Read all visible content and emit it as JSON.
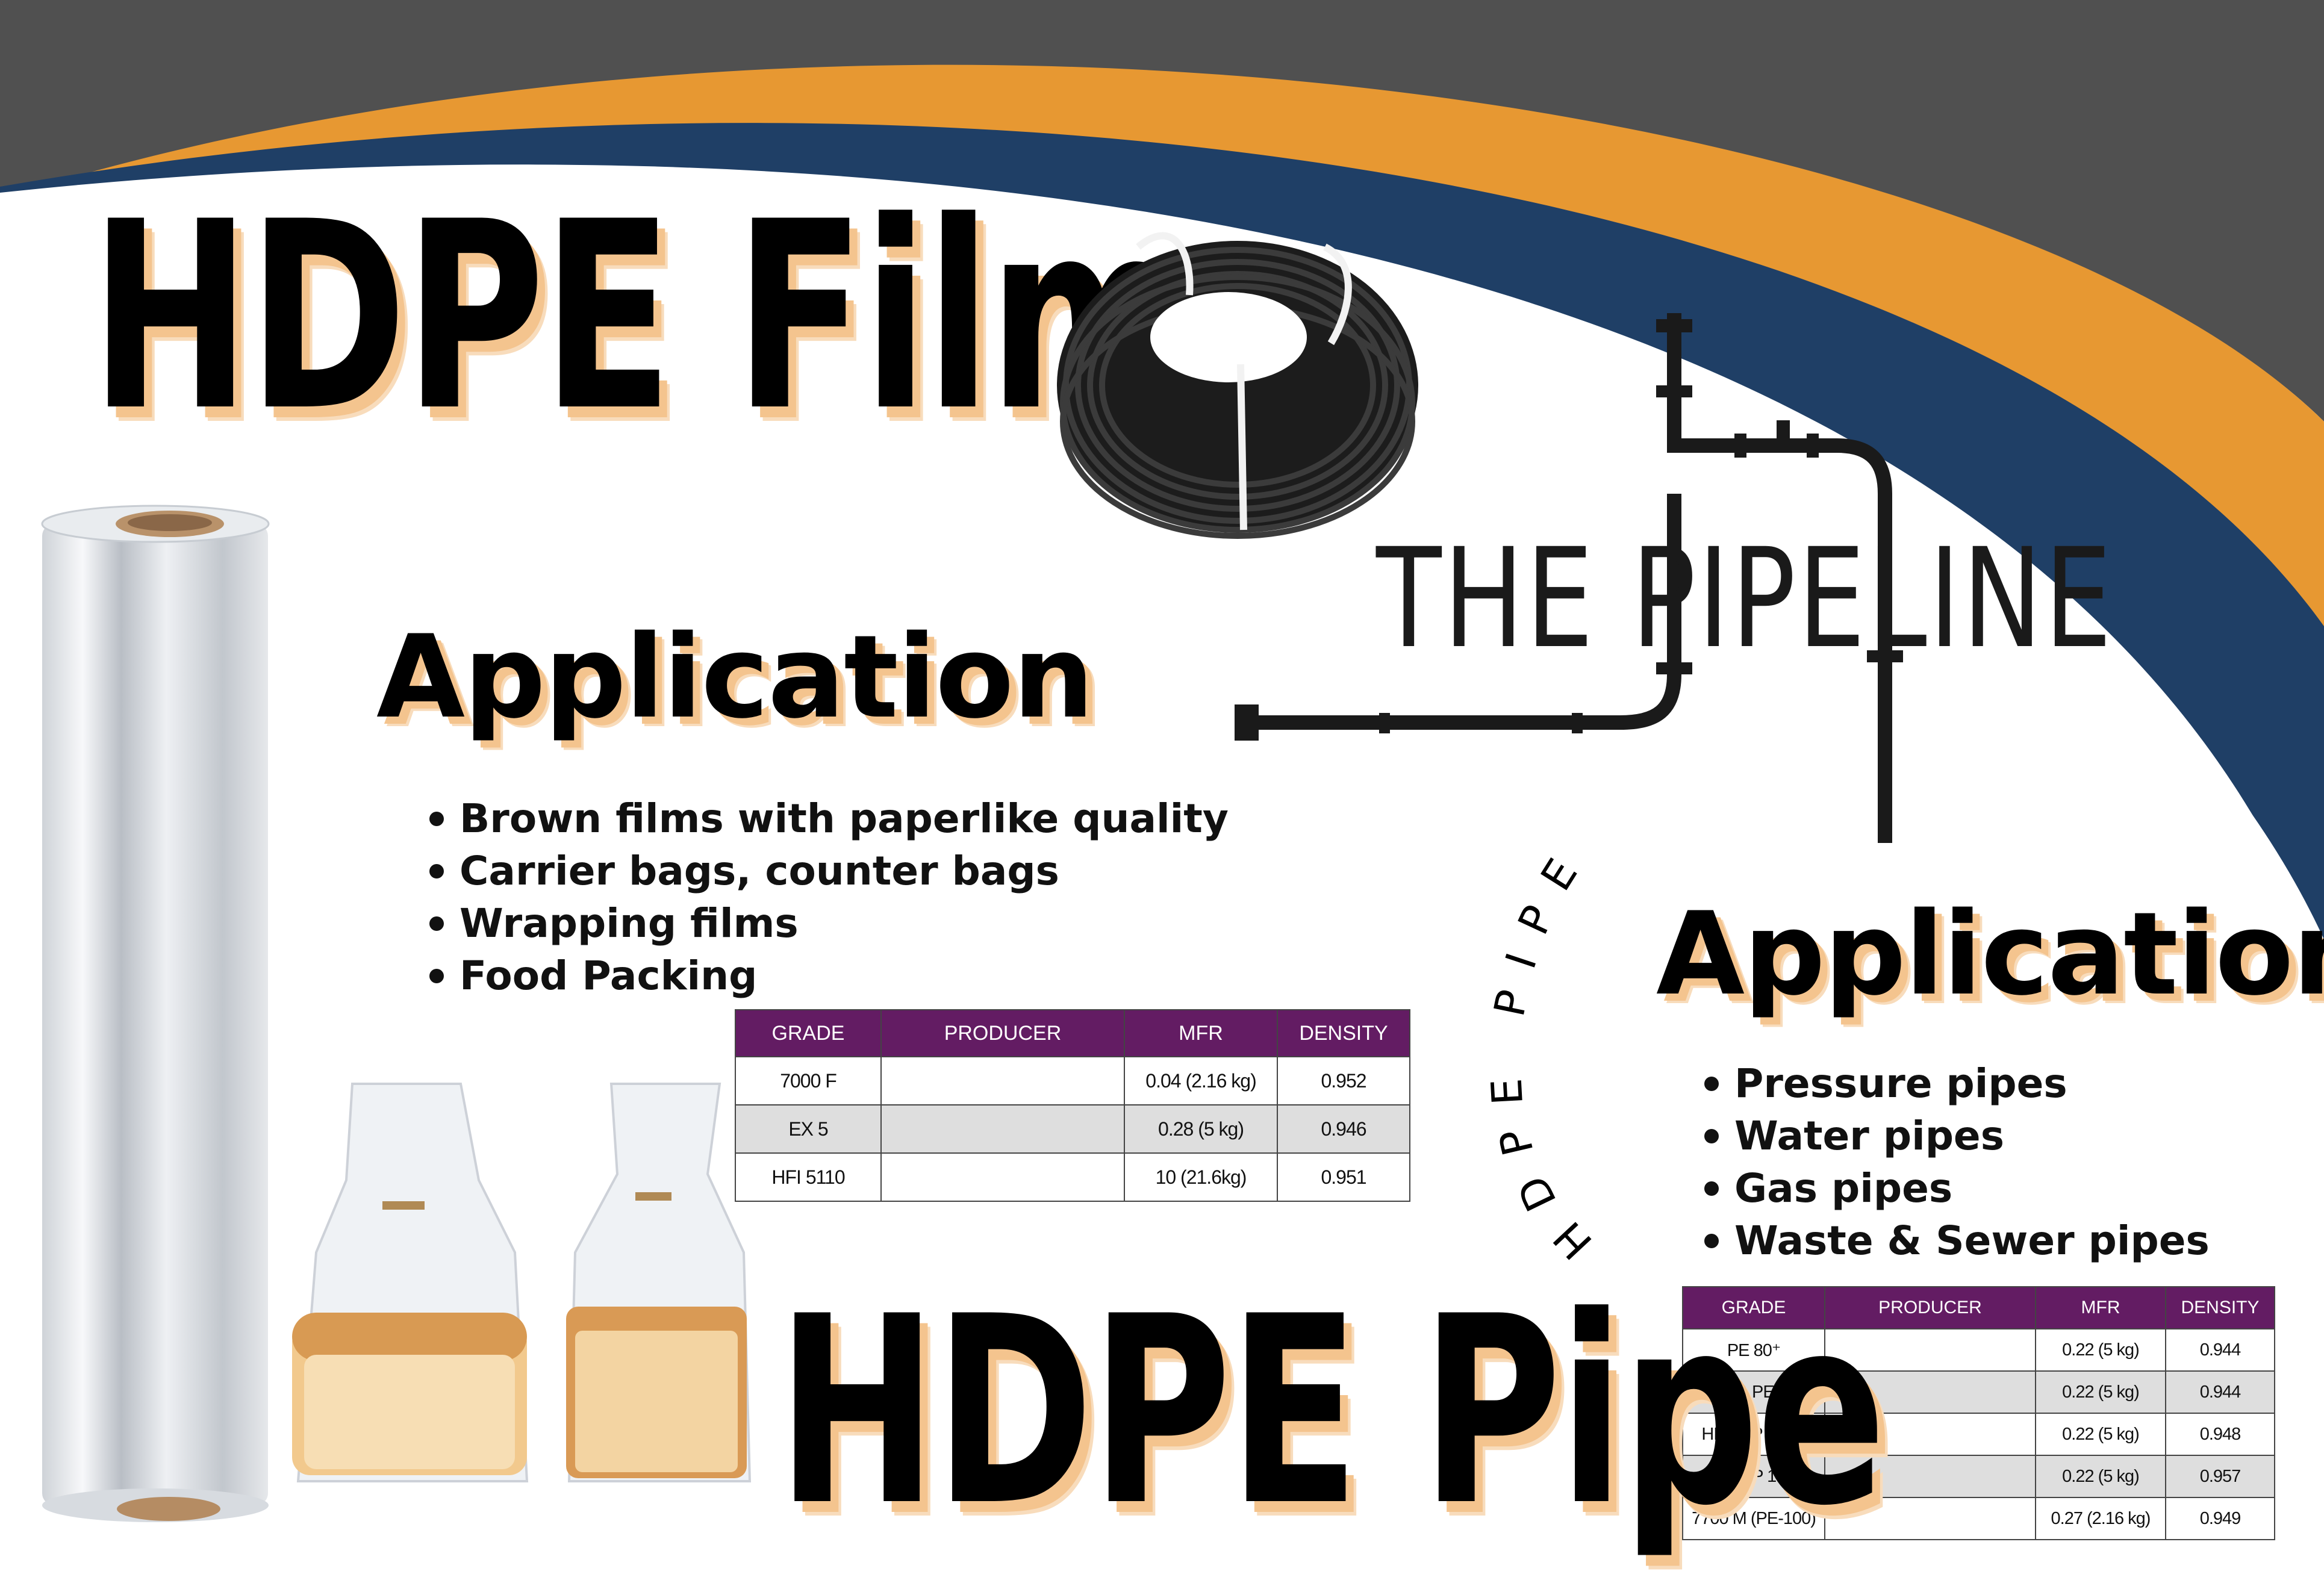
{
  "film": {
    "title": "HDPE Film",
    "application_heading": "Application",
    "applications": [
      "Brown films with paperlike quality",
      "Carrier bags, counter bags",
      "Wrapping films",
      "Food Packing"
    ],
    "table": {
      "headers": [
        "GRADE",
        "PRODUCER",
        "MFR",
        "DENSITY"
      ],
      "rows": [
        [
          "7000 F",
          "",
          "0.04 (2.16 kg)",
          "0.952"
        ],
        [
          "EX 5",
          "",
          "0.28 (5 kg)",
          "0.946"
        ],
        [
          "HFI 5110",
          "",
          "10 (21.6kg)",
          "0.951"
        ]
      ]
    }
  },
  "pipe": {
    "title": "HDPE Pipe",
    "curved_label": "HDPE PIPE",
    "logo_text": "THE PIPELINE",
    "application_heading": "Application",
    "applications": [
      "Pressure pipes",
      "Water pipes",
      "Gas pipes",
      "Waste & Sewer pipes"
    ],
    "table": {
      "headers": [
        "GRADE",
        "PRODUCER",
        "MFR",
        "DENSITY"
      ],
      "rows": [
        [
          "PE 80⁺",
          "",
          "0.22 (5 kg)",
          "0.944"
        ],
        [
          "(EX 3) PE 100",
          "",
          "0.22 (5 kg)",
          "0.944"
        ],
        [
          "HMCRP 100N",
          "",
          "0.22 (5 kg)",
          "0.948"
        ],
        [
          "HMCRP 100B",
          "",
          "0.22 (5 kg)",
          "0.957"
        ],
        [
          "7700 M (PE-100)",
          "",
          "0.27 (2.16 kg)",
          "0.949"
        ]
      ]
    }
  },
  "colors": {
    "gray_band": "#505050",
    "orange_band": "#e79832",
    "navy_band": "#1f3f66",
    "table_header": "#631c63",
    "title_shadow": "#f4c48e"
  }
}
